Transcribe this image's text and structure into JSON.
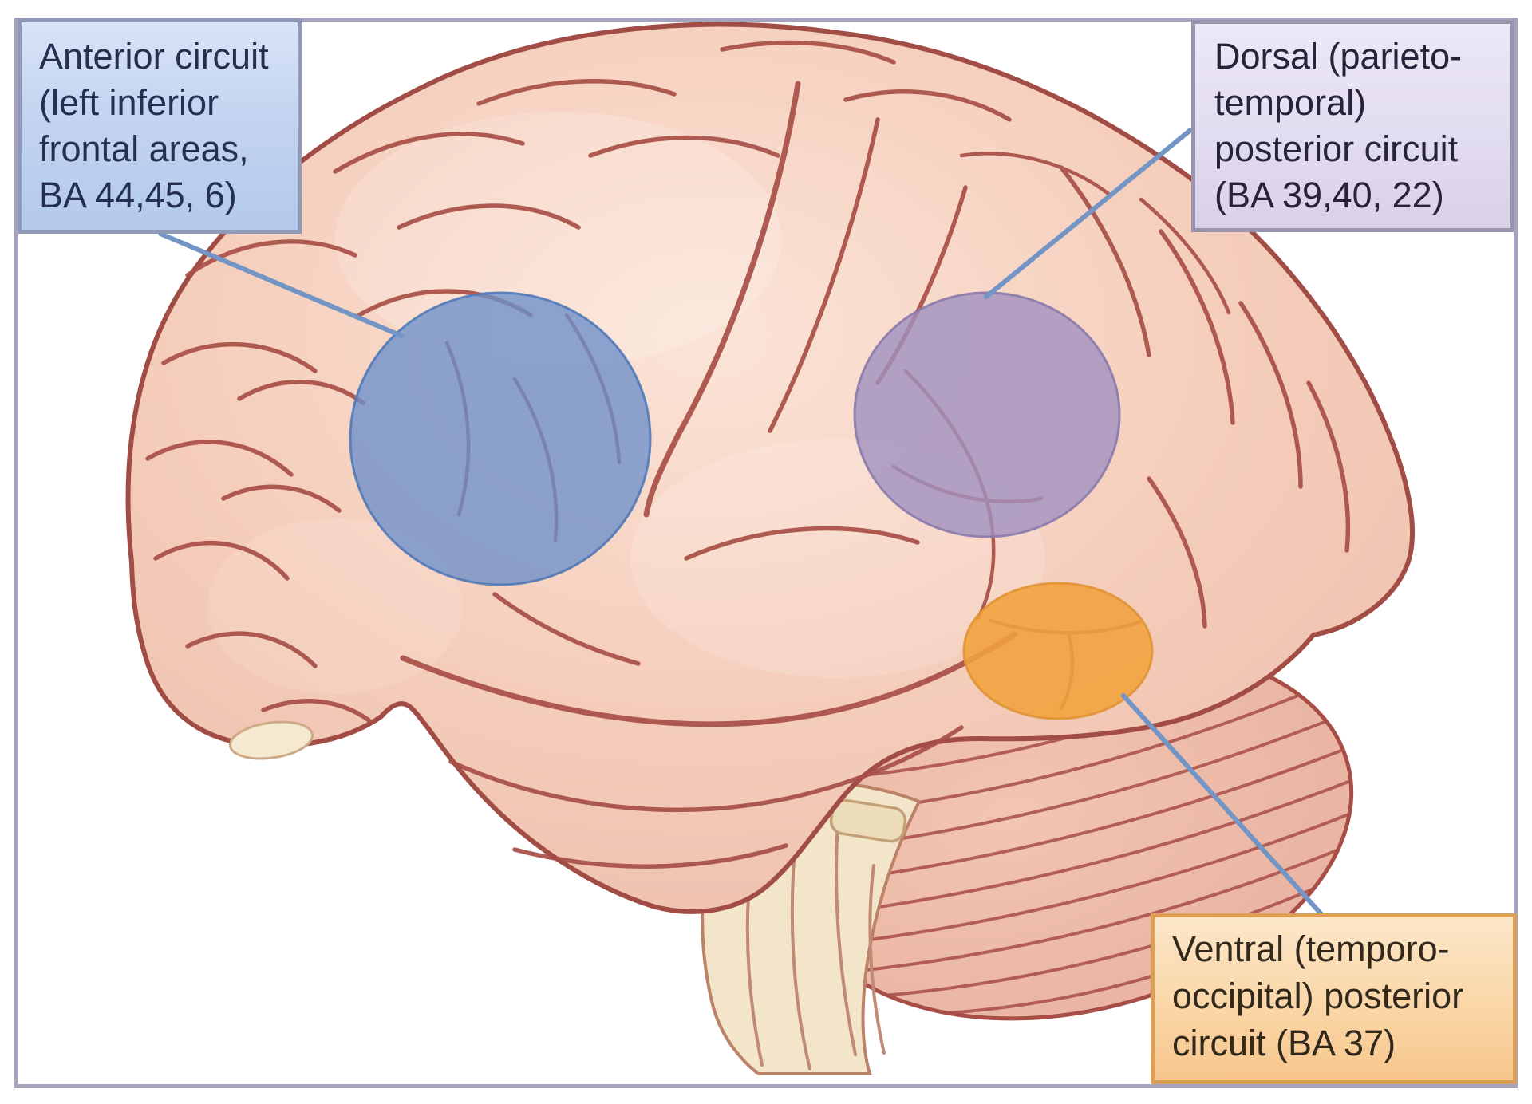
{
  "figure": {
    "kind": "brain-lateral-view-diagram",
    "boxes": {
      "anterior": {
        "lines": [
          "Anterior circuit",
          "(left inferior",
          "frontal areas,",
          "BA 44,45, 6)"
        ],
        "bg": "#c3d4f0",
        "border": "#8e9ab8",
        "text_color": "#253050"
      },
      "dorsal": {
        "lines": [
          "Dorsal (parieto-",
          "temporal)",
          "posterior circuit",
          "(BA 39,40, 22)"
        ],
        "bg": "#e2dcf0",
        "border": "#9a94ae",
        "text_color": "#28233a"
      },
      "ventral": {
        "lines": [
          "Ventral (temporo-",
          "occipital) posterior",
          "circuit (BA 37)"
        ],
        "bg": "#fad8aa",
        "border": "#dd9f55",
        "text_color": "#33281c"
      }
    },
    "highlights": {
      "anterior": {
        "shape": "circle",
        "color": "#6b8fca"
      },
      "dorsal": {
        "shape": "circle",
        "color": "#a091c0"
      },
      "ventral": {
        "shape": "ellipse",
        "color": "#f1a23c"
      }
    },
    "colors": {
      "connector": "#7295c5",
      "frame_border": "#a5a3c0",
      "brain_fill": "#f4cab8",
      "brain_outline": "#a14c44",
      "sulcus": "#a84f47",
      "cerebellum_fill": "#edbaa8",
      "brainstem_fill": "#f3e5c9",
      "background": "#ffffff"
    }
  }
}
